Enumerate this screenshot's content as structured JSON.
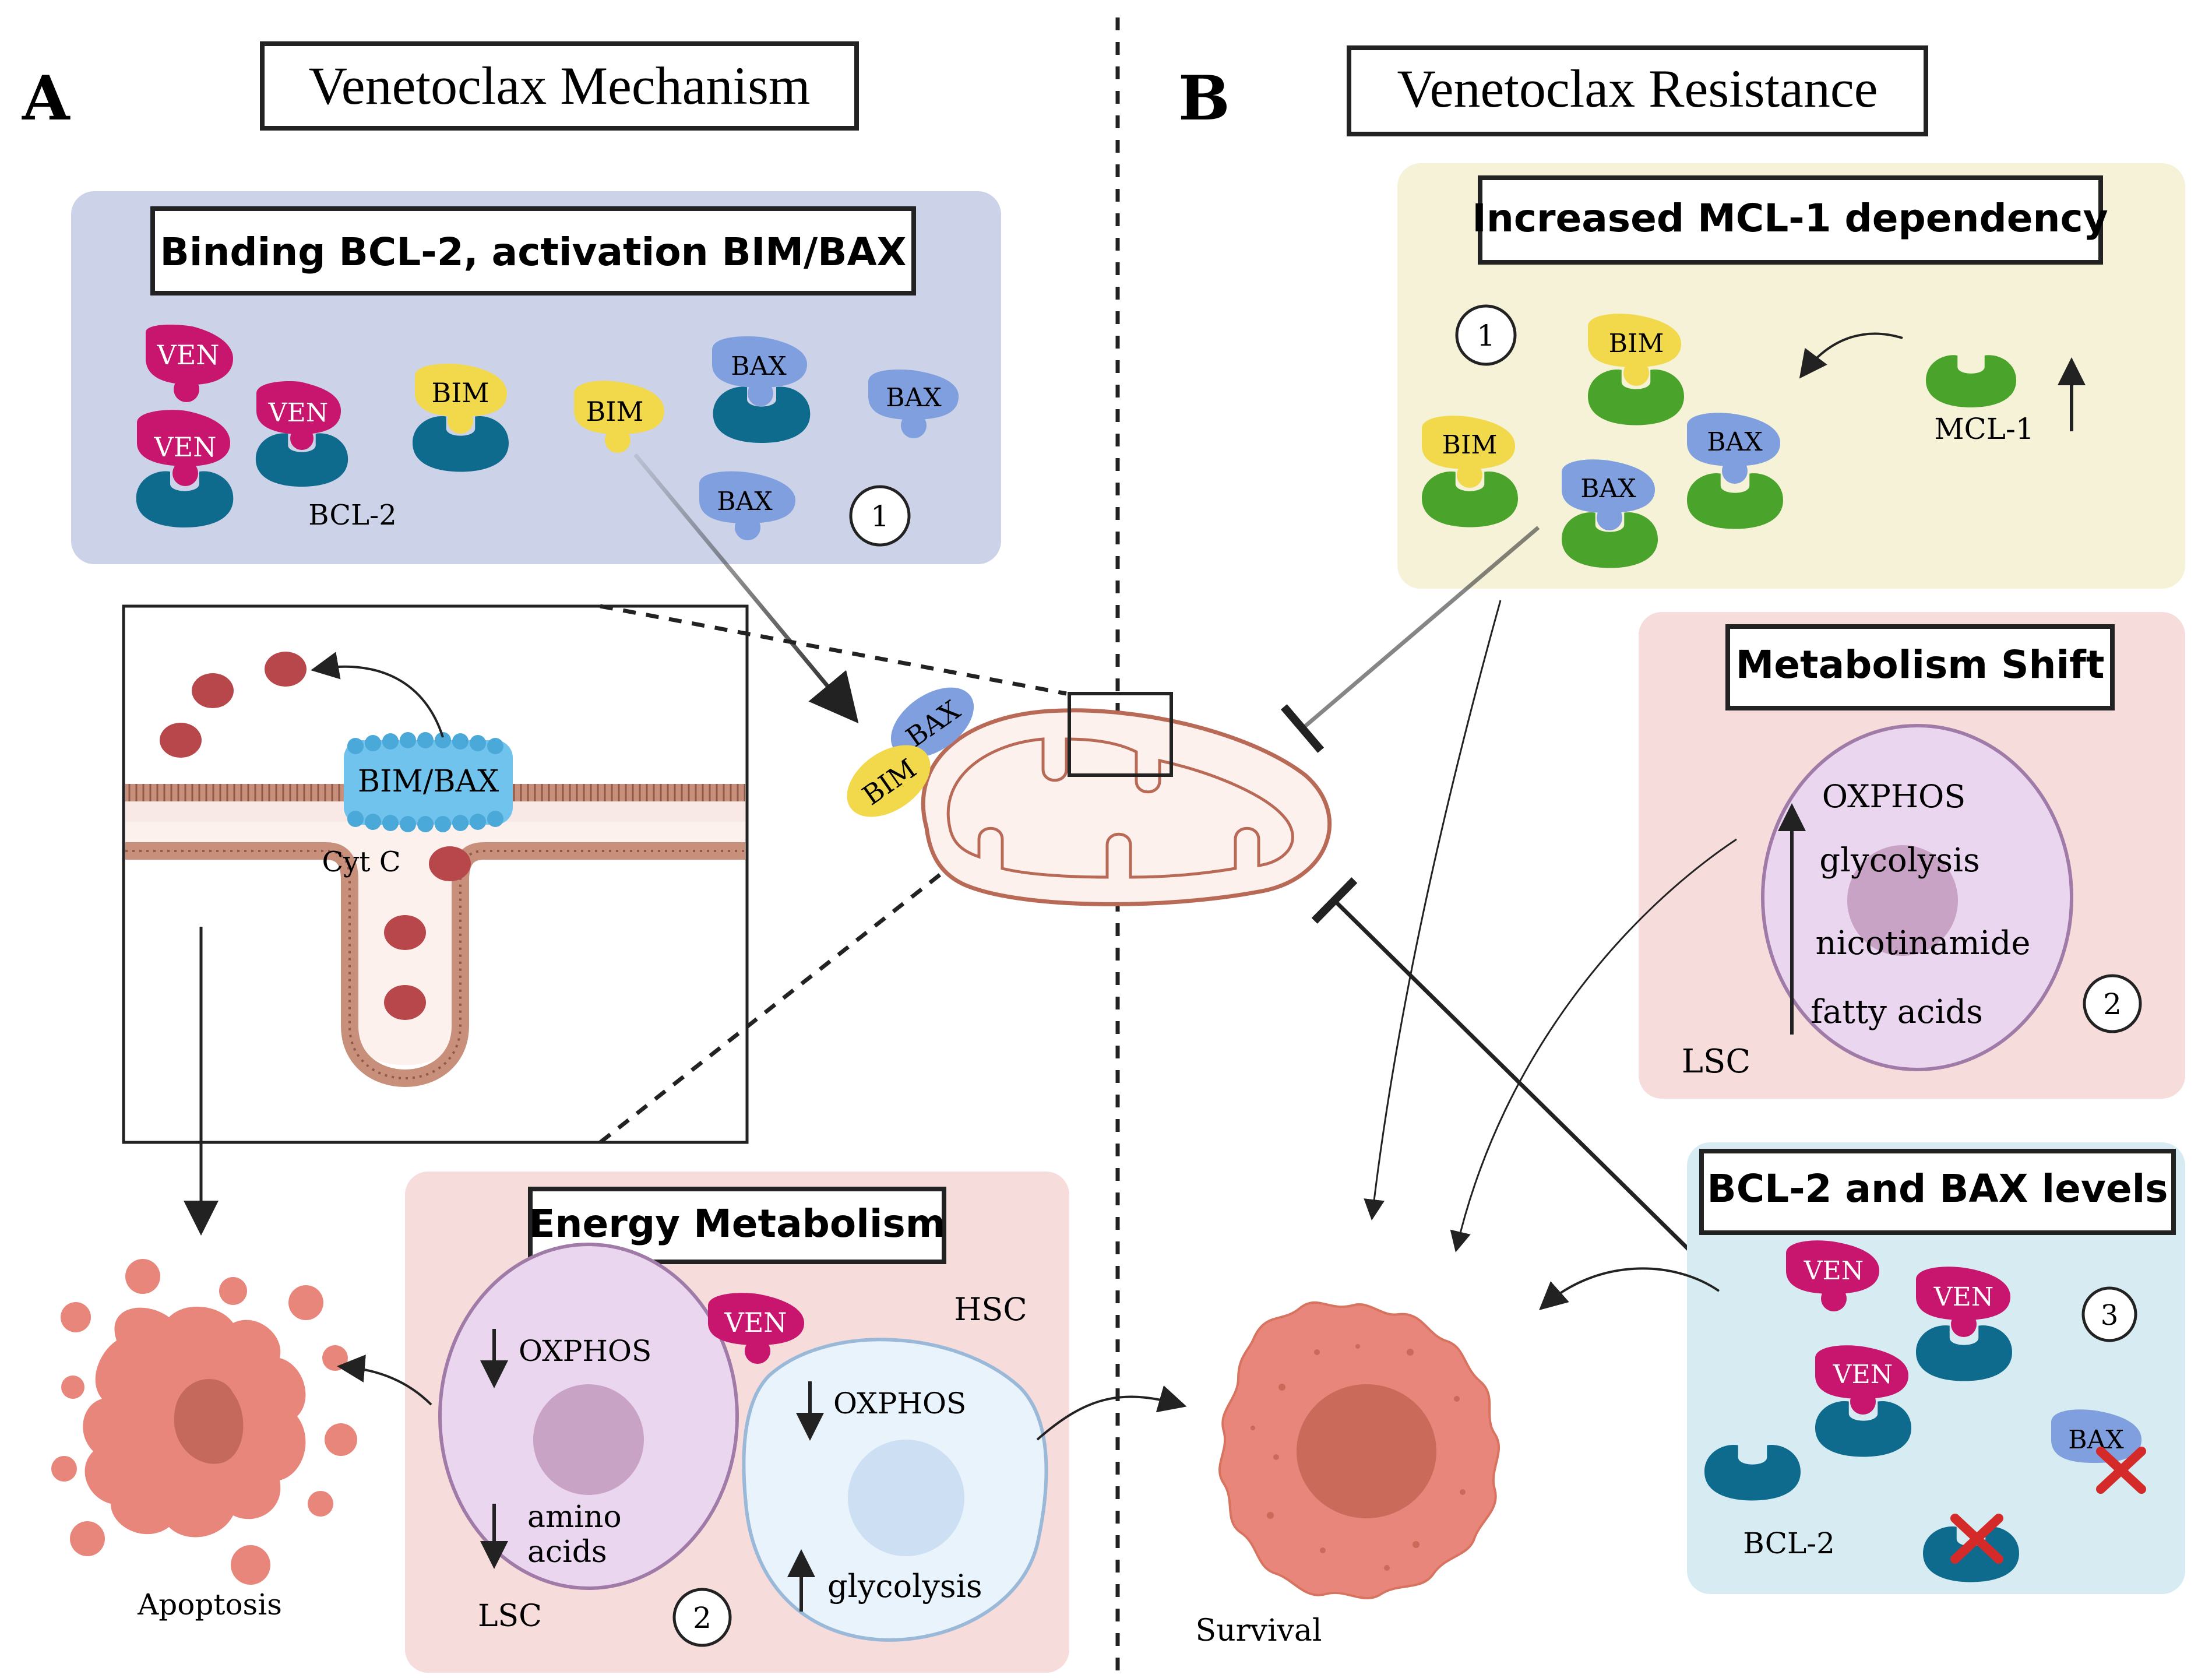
{
  "panel_a": {
    "letter": "A",
    "title": "Venetoclax Mechanism",
    "binding": {
      "title": "Binding BCL-2, activation BIM/BAX",
      "ven": "VEN",
      "bim": "BIM",
      "bax": "BAX",
      "bcl2": "BCL-2",
      "step": "1"
    },
    "membrane": {
      "pore_label": "BIM/BAX",
      "cytc": "Cyt C"
    },
    "mito": {
      "bax": "BAX",
      "bim": "BIM"
    },
    "apoptosis": "Apoptosis",
    "energy": {
      "title": "Energy Metabolism",
      "ven": "VEN",
      "hsc": "HSC",
      "lsc": "LSC",
      "lsc_oxphos": "OXPHOS",
      "lsc_amino": "amino",
      "lsc_acids": "acids",
      "hsc_oxphos": "OXPHOS",
      "hsc_glycolysis": "glycolysis",
      "step": "2"
    }
  },
  "panel_b": {
    "letter": "B",
    "title": "Venetoclax Resistance",
    "mcl1": {
      "title": "Increased MCL-1 dependency",
      "step": "1",
      "bim": "BIM",
      "bax": "BAX",
      "mcl1": "MCL-1"
    },
    "metabolism": {
      "title": "Metabolism Shift",
      "oxphos": "OXPHOS",
      "glycolysis": "glycolysis",
      "nicotinamide": "nicotinamide",
      "fatty_acids": "fatty acids",
      "lsc": "LSC",
      "step": "2"
    },
    "levels": {
      "title": "BCL-2 and BAX levels",
      "ven": "VEN",
      "bax": "BAX",
      "bcl2": "BCL-2",
      "step": "3"
    },
    "survival": "Survival"
  },
  "colors": {
    "ven": "#c8156e",
    "bcl2": "#0e6b8e",
    "bim": "#f2d84b",
    "bax": "#7f9fdf",
    "mcl1": "#4aa32a",
    "blue_panel": "#ccd3e8",
    "yellow_panel": "#f5f2d8",
    "pink_panel": "#f7dcdc",
    "cyan_panel": "#d6ecf2",
    "cell_red": "#e8867b"
  }
}
